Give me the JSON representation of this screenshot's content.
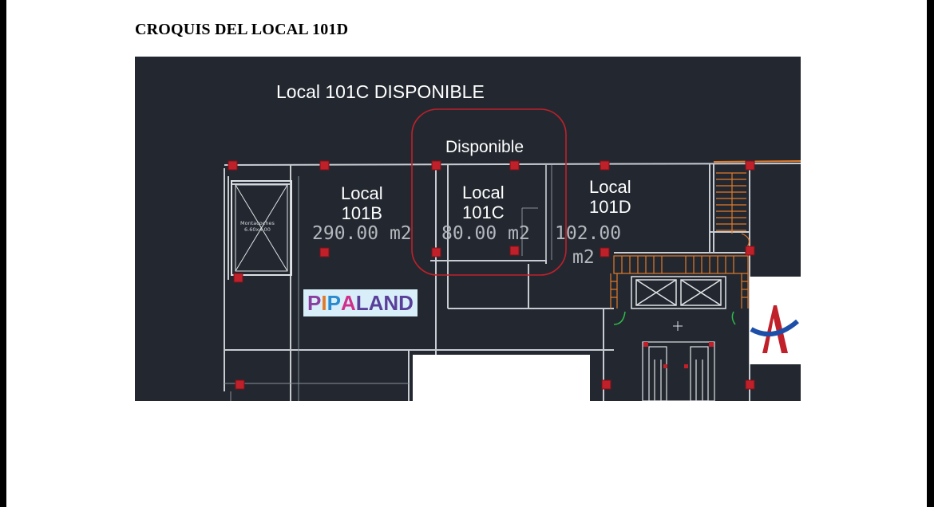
{
  "heading": "CROQUIS DEL LOCAL 101D",
  "plan": {
    "top_title": "Local  101C DISPONIBLE",
    "highlight_label": "Disponible",
    "units": [
      {
        "line1": "Local",
        "line2": "101B",
        "area": "290.00",
        "unit": "m2"
      },
      {
        "line1": "Local",
        "line2": "101C",
        "area": "80.00",
        "unit": "m2"
      },
      {
        "line1": "Local",
        "line2": "101D",
        "area": "102.00",
        "unit": "m2"
      }
    ],
    "shaft_label": "Montacoches\n6.60x4.00",
    "brand_logo": [
      "P",
      "I",
      "P",
      "A",
      "LAND"
    ],
    "colors": {
      "background": "#232830",
      "highlight": "#c0202a",
      "columns": "#c0202a",
      "stairs": "#e07a2a",
      "walls": "#c8ccd2"
    }
  }
}
